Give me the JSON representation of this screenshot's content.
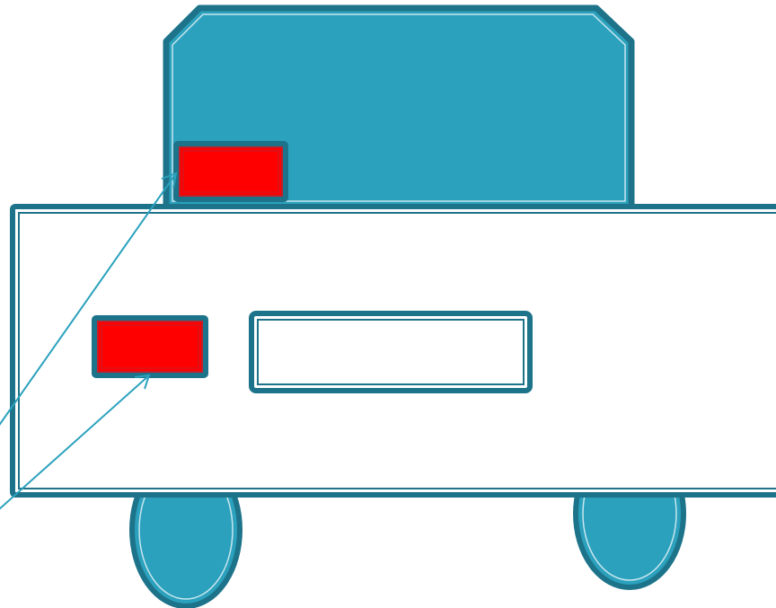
{
  "diagram": {
    "colors": {
      "background": "#ffffff",
      "fill": "#2ba1bd",
      "stroke": "#1d7389",
      "light_line": "#c8e6ee",
      "accent": "#ff0000",
      "accent_border": "#c0202a",
      "connector": "#2ba1bd"
    },
    "shapes": [
      "octagon-cabin",
      "rectangle-body",
      "oval-wheel-left",
      "oval-wheel-right",
      "red-rectangle-upper",
      "red-rectangle-lower",
      "white-rounded-rectangle"
    ],
    "connectors": [
      "arrow-to-upper-red-rectangle",
      "arrow-to-lower-red-rectangle"
    ]
  }
}
